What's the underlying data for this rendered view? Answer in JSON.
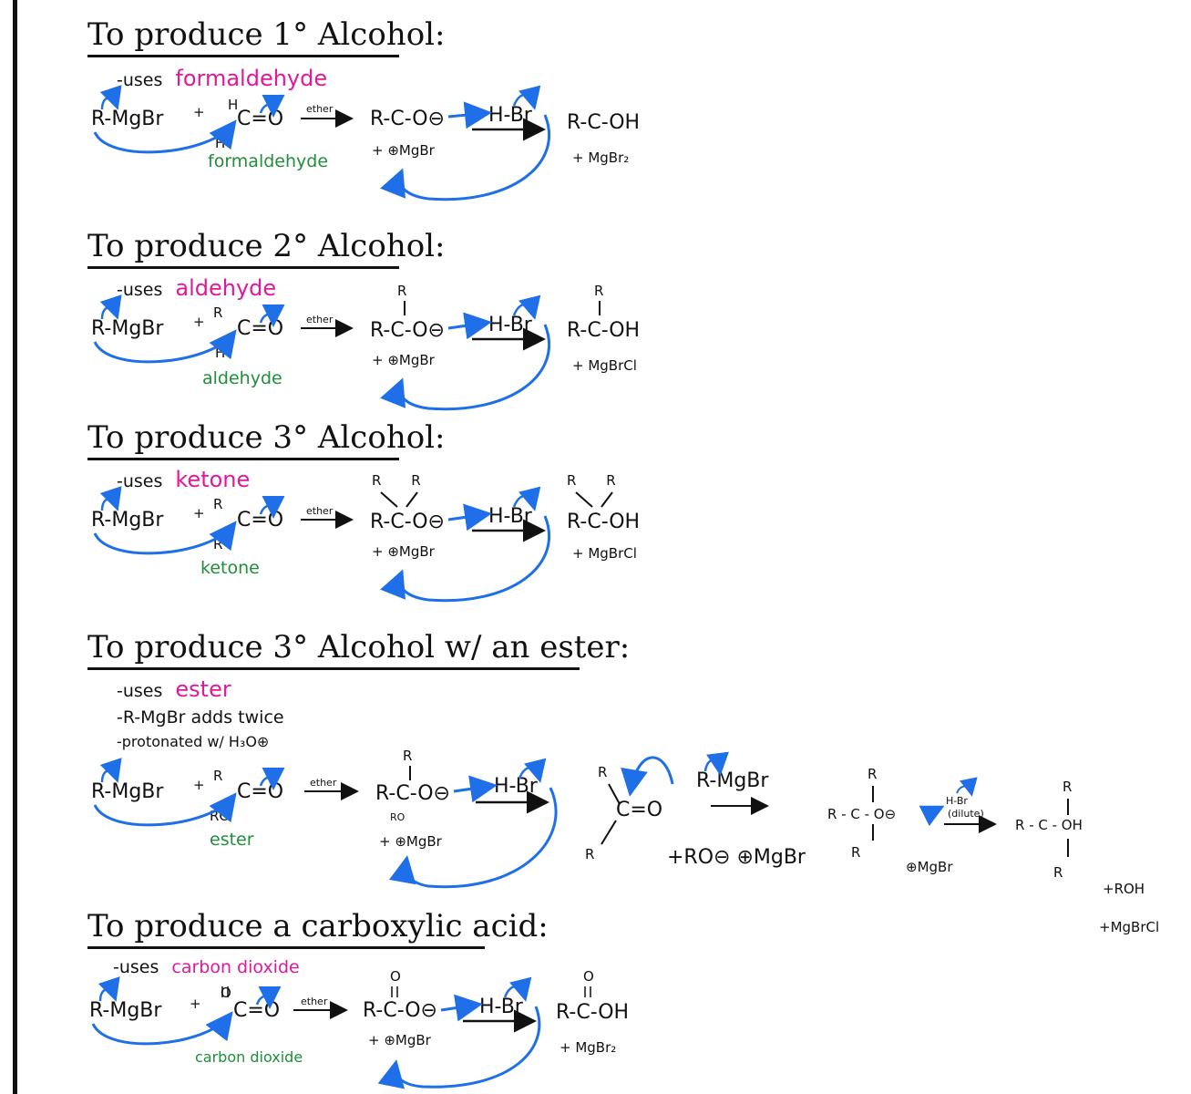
{
  "sections": [
    {
      "heading": "To produce 1° Alcohol:",
      "uses_prefix": "-uses",
      "uses_reagent": "formaldehyde",
      "grignard": "R-MgBr",
      "plus": "+",
      "carbonyl_sub_top": "H",
      "carbonyl": "C=O",
      "carbonyl_sub_bottom": "H",
      "reagent_label": "formaldehyde",
      "solvent": "ether",
      "intermediate": "R-C-O⊖",
      "intermediate_sub": "",
      "intermediate_salt": "+ ⊕MgBr",
      "acid": "H-Br",
      "product": "R-C-OH",
      "product_top": "",
      "byproduct": "+ MgBr₂"
    },
    {
      "heading": "To produce 2° Alcohol:",
      "uses_prefix": "-uses",
      "uses_reagent": "aldehyde",
      "grignard": "R-MgBr",
      "plus": "+",
      "carbonyl_sub_top": "R",
      "carbonyl": "C=O",
      "carbonyl_sub_bottom": "H",
      "reagent_label": "aldehyde",
      "solvent": "ether",
      "intermediate_top": "R",
      "intermediate": "R-C-O⊖",
      "intermediate_sub": "",
      "intermediate_salt": "+ ⊕MgBr",
      "acid": "H-Br",
      "product_top": "R",
      "product": "R-C-OH",
      "byproduct": "+ MgBrCl"
    },
    {
      "heading": "To produce 3° Alcohol:",
      "uses_prefix": "-uses",
      "uses_reagent": "ketone",
      "grignard": "R-MgBr",
      "plus": "+",
      "carbonyl_sub_top": "R",
      "carbonyl": "C=O",
      "carbonyl_sub_bottom": "R",
      "reagent_label": "ketone",
      "solvent": "ether",
      "intermediate_top": "R  R",
      "intermediate": "R-C-O⊖",
      "intermediate_sub": "",
      "intermediate_salt": "+ ⊕MgBr",
      "acid": "H-Br",
      "product_top": "R  R",
      "product": "R-C-OH",
      "byproduct": "+ MgBrCl"
    },
    {
      "heading": "To produce 3° Alcohol w/ an ester:",
      "uses_prefix": "-uses",
      "uses_reagent": "ester",
      "note_1": "-R-MgBr adds twice",
      "note_2": "-protonated w/ H₃O⊕",
      "grignard": "R-MgBr",
      "plus": "+",
      "carbonyl_sub_top": "R",
      "carbonyl": "C=O",
      "carbonyl_sub_bottom": "RO",
      "reagent_label": "ester",
      "solvent": "ether",
      "intermediate_top": "R",
      "intermediate": "R-C-O⊖",
      "intermediate_sub": "RO",
      "intermediate_salt": "+ ⊕MgBr",
      "acid": "H-Br",
      "ketone_r_top": "R",
      "ketone_core": "C=O",
      "ketone_r_bottom": "R",
      "second_grignard": "R-MgBr",
      "side_product": "+RO⊖ ⊕MgBr",
      "alkoxide_top": "R",
      "alkoxide": "R - C - O⊖",
      "alkoxide_bottom": "R",
      "alkoxide_salt": "⊕MgBr",
      "acid_small": "H-Br",
      "acid_small_note": "(dilute)",
      "final_top": "R",
      "final": "R - C - OH",
      "final_bottom": "R",
      "final_byproduct_1": "+ROH",
      "final_byproduct_2": "+MgBrCl"
    },
    {
      "heading": "To produce a carboxylic acid:",
      "uses_prefix": "-uses",
      "uses_reagent": "carbon dioxide",
      "grignard": "R-MgBr",
      "plus": "+",
      "carbonyl_sub_top": "O",
      "carbonyl": "C=O",
      "carbonyl_sub_bottom": "",
      "reagent_label": "carbon dioxide",
      "solvent": "ether",
      "intermediate_top": "O",
      "intermediate": "R-C-O⊖",
      "intermediate_sub": "",
      "intermediate_salt": "+ ⊕MgBr",
      "acid": "H-Br",
      "product_top": "O",
      "product": "R-C-OH",
      "byproduct": "+ MgBr₂"
    }
  ],
  "colors": {
    "ink": "#111111",
    "arrow_blue": "#1f6fe8",
    "reagent_pink": "#e0199a",
    "label_green": "#1f8f3a"
  }
}
